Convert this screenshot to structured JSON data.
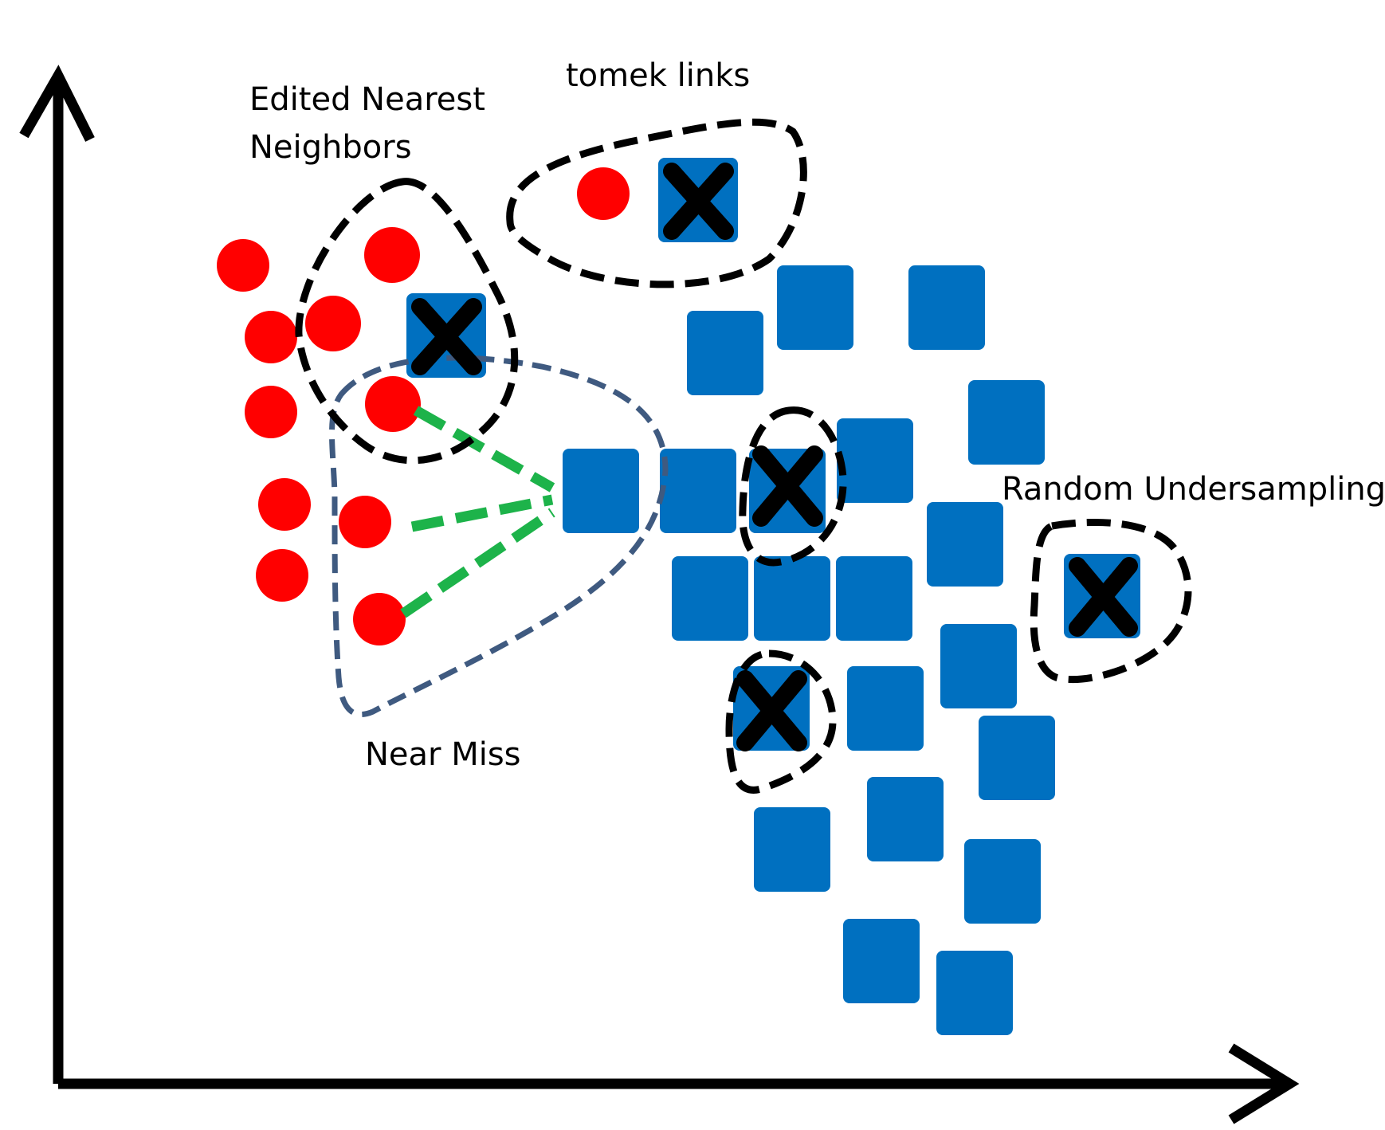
{
  "labels": {
    "edited_nearest_line1": "Edited Nearest",
    "edited_nearest_line2": "Neighbors",
    "tomek_links": "tomek links",
    "random_undersampling": "Random Undersampling",
    "near_miss": "Near Miss"
  },
  "colors": {
    "minority_circle": "#ff0000",
    "majority_square": "#0070c0",
    "removed_cross": "#000000",
    "group_outline": "#000000",
    "near_miss_outline": "#3f5a80",
    "near_miss_link": "#1db34a",
    "axes": "#000000"
  },
  "icons": {
    "minority": "red-circle",
    "majority": "blue-square",
    "removed": "x-mark-icon",
    "axis_arrow": "arrow-head-icon"
  }
}
